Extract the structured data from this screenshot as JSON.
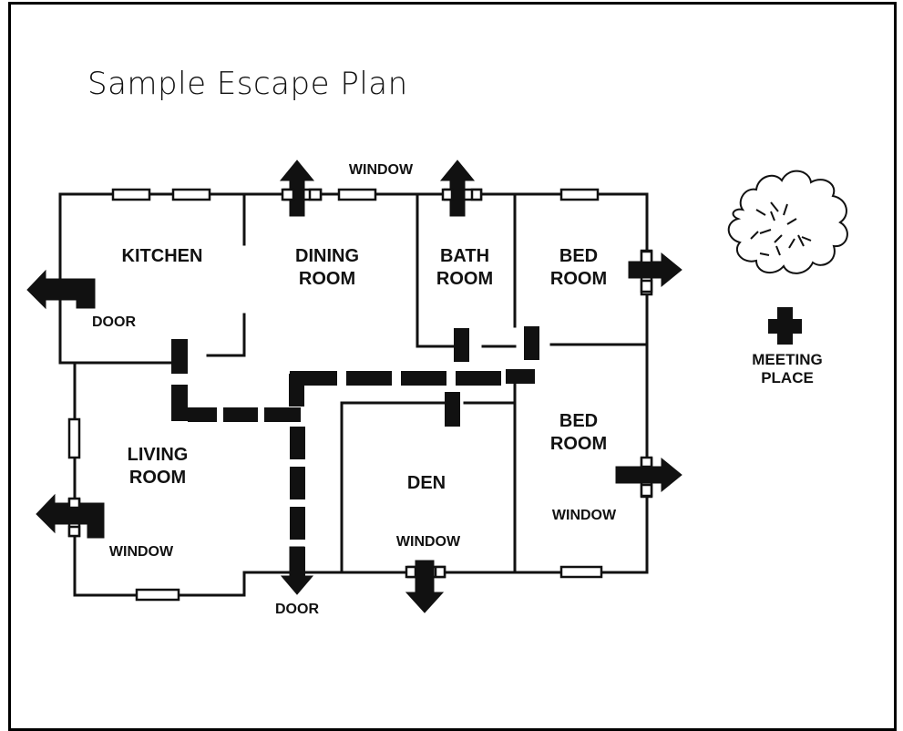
{
  "title": "Sample Escape Plan",
  "rooms": {
    "kitchen": "KITCHEN",
    "dining": [
      "DINING",
      "ROOM"
    ],
    "bath": [
      "BATH",
      "ROOM"
    ],
    "bed1": [
      "BED",
      "ROOM"
    ],
    "bed2": [
      "BED",
      "ROOM"
    ],
    "living": [
      "LIVING",
      "ROOM"
    ],
    "den": "DEN"
  },
  "labels": {
    "window_top": "WINDOW",
    "door_left": "DOOR",
    "window_living": "WINDOW",
    "door_bottom": "DOOR",
    "window_den": "WINDOW",
    "window_bed2": "WINDOW"
  },
  "meeting_place": [
    "MEETING",
    "PLACE"
  ],
  "icons": [
    "tree-icon",
    "meeting-place-icon",
    "exit-arrow-icon"
  ],
  "colors": {
    "ink": "#111111",
    "background": "#ffffff"
  }
}
